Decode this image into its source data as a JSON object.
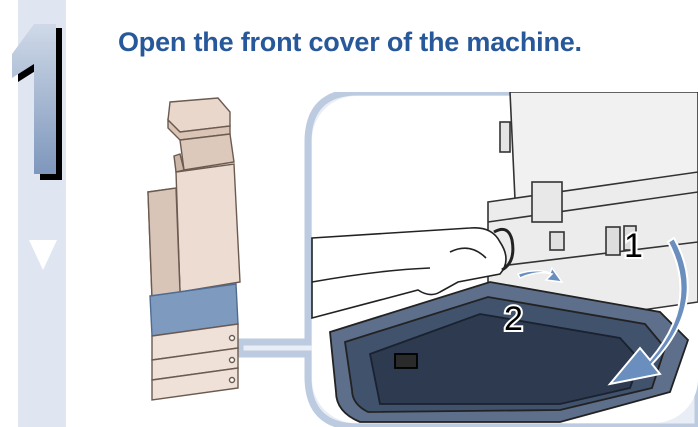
{
  "step": {
    "number": "1",
    "instruction": "Open the front cover of the machine."
  },
  "illustration": {
    "callouts": [
      "1",
      "2"
    ],
    "icons": [
      "copier-machine-icon",
      "hand-icon",
      "curved-arrow-icon"
    ],
    "colors": {
      "heading": "#27589a",
      "rail": "#dfe6f1",
      "callout_frame": "#bccbdf",
      "highlight_drawer": "#7e9bbf"
    }
  }
}
